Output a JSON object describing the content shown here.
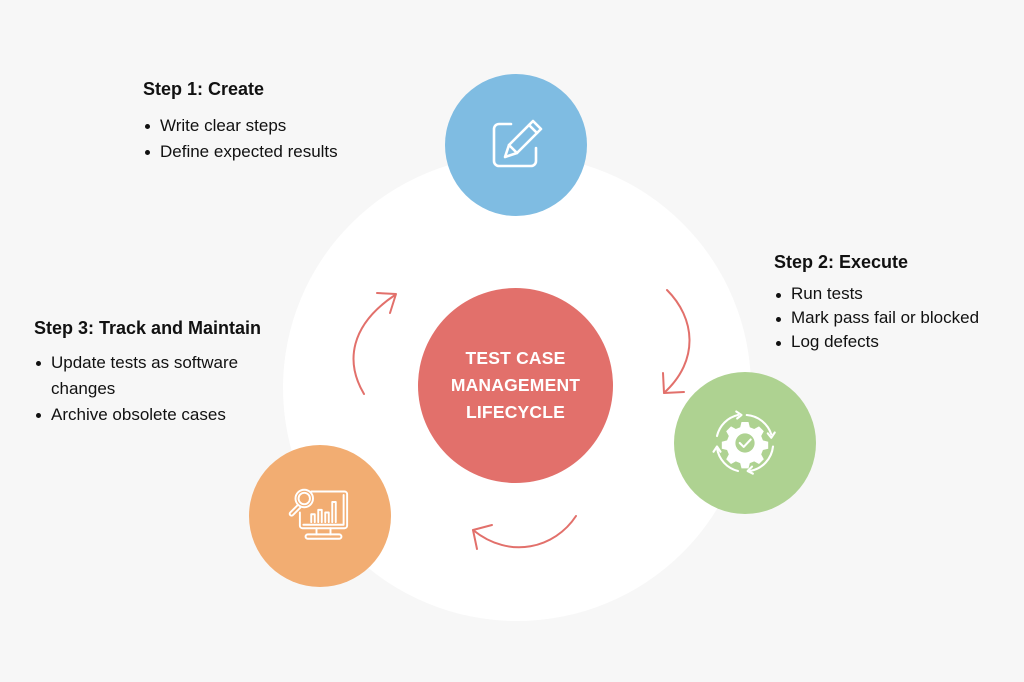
{
  "title": "TEST CASE MANAGEMENT LIFECYCLE",
  "center": {
    "lines": [
      "TEST CASE",
      "MANAGEMENT",
      "LIFECYCLE"
    ],
    "color": "#e2706b"
  },
  "steps": [
    {
      "title": "Step 1: Create",
      "bullets": [
        "Write clear steps",
        "Define expected results"
      ],
      "icon": "edit-icon",
      "color": "#7fbce2"
    },
    {
      "title": "Step 2: Execute",
      "bullets": [
        "Run tests",
        "Mark pass fail or blocked",
        "Log defects"
      ],
      "icon": "gear-cycle-check-icon",
      "color": "#aed291"
    },
    {
      "title": "Step 3: Track and Maintain",
      "bullets": [
        "Update tests as software changes",
        "Archive obsolete cases"
      ],
      "icon": "monitor-analytics-icon",
      "color": "#f2ad72"
    }
  ],
  "colors": {
    "background": "#f7f7f7",
    "ring": "#ffffff",
    "arrow": "#e2706b",
    "icon_stroke": "#ffffff"
  }
}
